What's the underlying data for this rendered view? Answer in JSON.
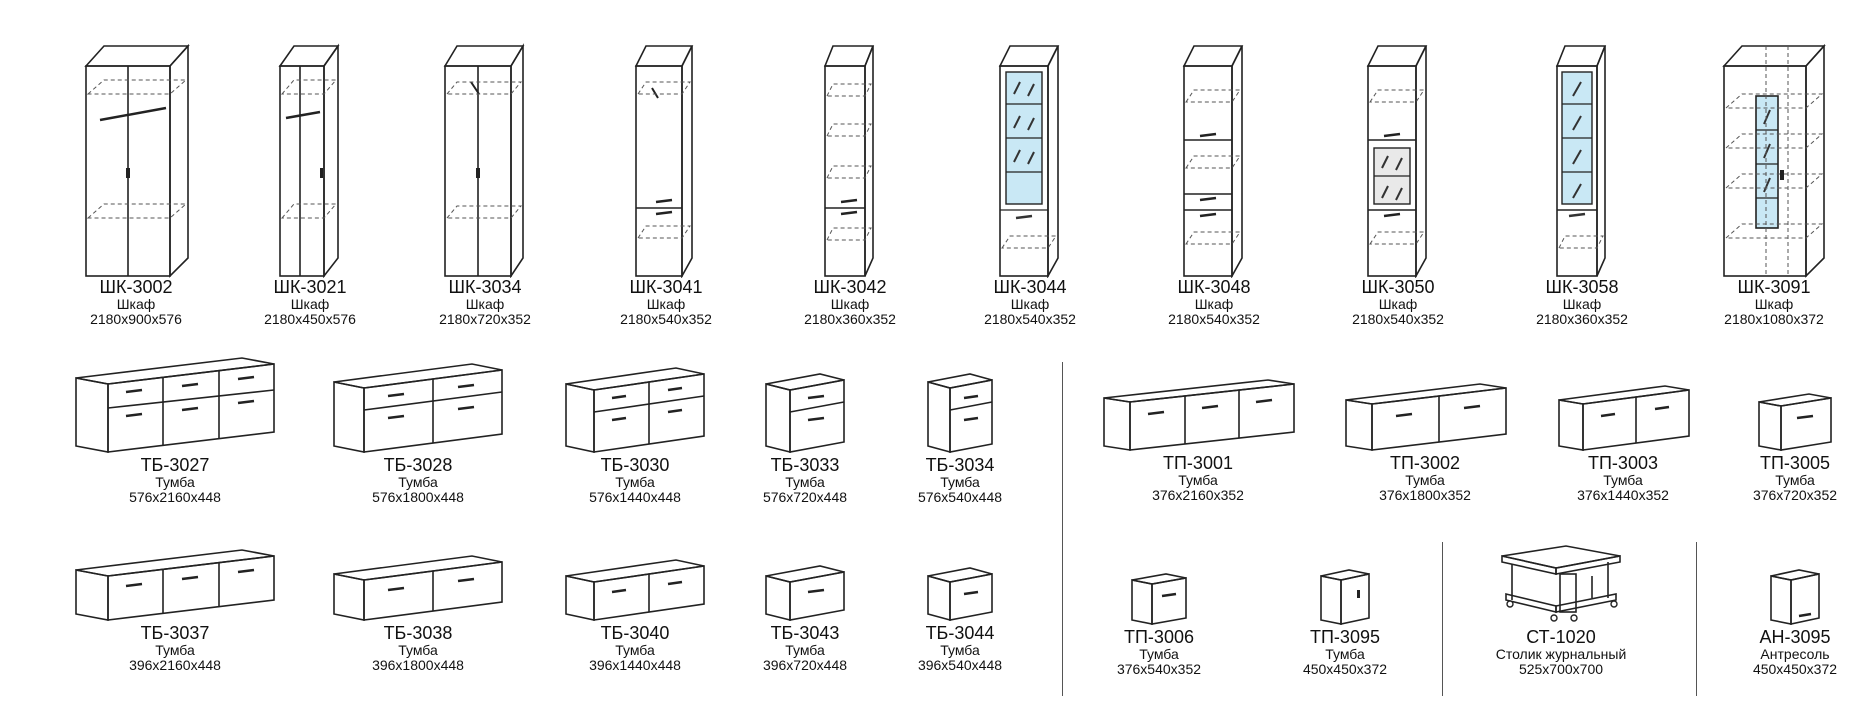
{
  "catalog": {
    "row1": [
      {
        "code": "ШК-3002",
        "type": "Шкаф",
        "dims": "2180x900x576"
      },
      {
        "code": "ШК-3021",
        "type": "Шкаф",
        "dims": "2180x450x576"
      },
      {
        "code": "ШК-3034",
        "type": "Шкаф",
        "dims": "2180x720x352"
      },
      {
        "code": "ШК-3041",
        "type": "Шкаф",
        "dims": "2180x540x352"
      },
      {
        "code": "ШК-3042",
        "type": "Шкаф",
        "dims": "2180x360x352"
      },
      {
        "code": "ШК-3044",
        "type": "Шкаф",
        "dims": "2180x540x352"
      },
      {
        "code": "ШК-3048",
        "type": "Шкаф",
        "dims": "2180x540x352"
      },
      {
        "code": "ШК-3050",
        "type": "Шкаф",
        "dims": "2180x540x352"
      },
      {
        "code": "ШК-3058",
        "type": "Шкаф",
        "dims": "2180x360x352"
      },
      {
        "code": "ШК-3091",
        "type": "Шкаф",
        "dims": "2180x1080x372"
      }
    ],
    "row2": [
      {
        "code": "ТБ-3027",
        "type": "Тумба",
        "dims": "576x2160x448"
      },
      {
        "code": "ТБ-3028",
        "type": "Тумба",
        "dims": "576x1800x448"
      },
      {
        "code": "ТБ-3030",
        "type": "Тумба",
        "dims": "576x1440x448"
      },
      {
        "code": "ТБ-3033",
        "type": "Тумба",
        "dims": "576x720x448"
      },
      {
        "code": "ТБ-3034",
        "type": "Тумба",
        "dims": "576x540x448"
      },
      {
        "code": "ТП-3001",
        "type": "Тумба",
        "dims": "376x2160x352"
      },
      {
        "code": "ТП-3002",
        "type": "Тумба",
        "dims": "376x1800x352"
      },
      {
        "code": "ТП-3003",
        "type": "Тумба",
        "dims": "376x1440x352"
      },
      {
        "code": "ТП-3005",
        "type": "Тумба",
        "dims": "376x720x352"
      }
    ],
    "row3": [
      {
        "code": "ТБ-3037",
        "type": "Тумба",
        "dims": "396x2160x448"
      },
      {
        "code": "ТБ-3038",
        "type": "Тумба",
        "dims": "396x1800x448"
      },
      {
        "code": "ТБ-3040",
        "type": "Тумба",
        "dims": "396x1440x448"
      },
      {
        "code": "ТБ-3043",
        "type": "Тумба",
        "dims": "396x720x448"
      },
      {
        "code": "ТБ-3044",
        "type": "Тумба",
        "dims": "396x540x448"
      },
      {
        "code": "ТП-3006",
        "type": "Тумба",
        "dims": "376x540x352"
      },
      {
        "code": "ТП-3095",
        "type": "Тумба",
        "dims": "450x450x372"
      },
      {
        "code": "СТ-1020",
        "type": "Столик журнальный",
        "dims": "525x700x700"
      },
      {
        "code": "АН-3095",
        "type": "Антресоль",
        "dims": "450x450x372"
      }
    ]
  },
  "colors": {
    "line": "#222222",
    "glass": "#c9e8f5",
    "dash": "#555555"
  }
}
